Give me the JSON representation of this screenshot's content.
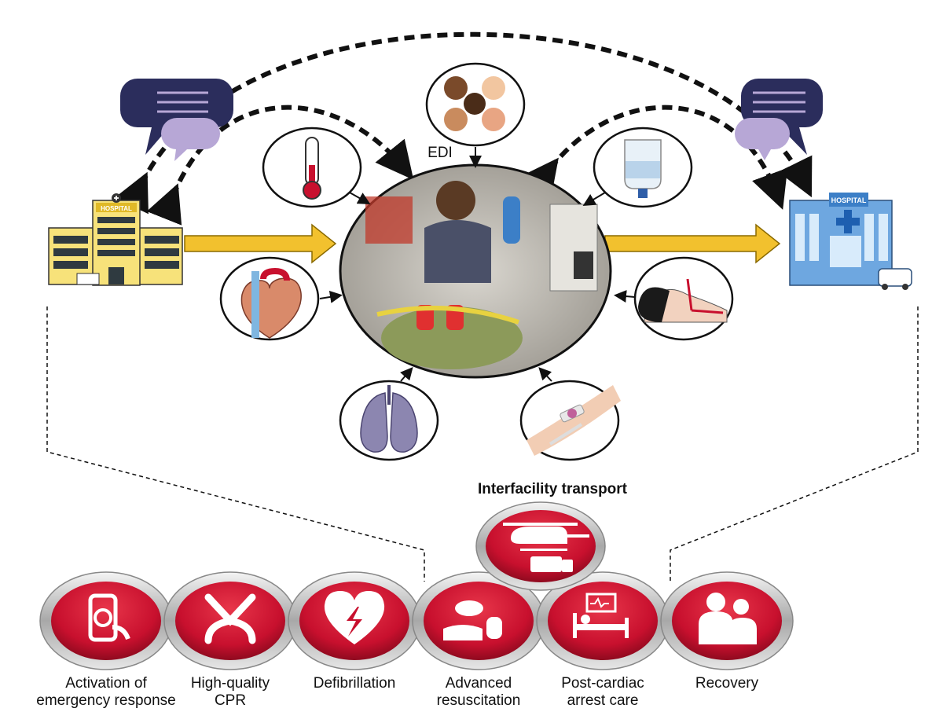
{
  "center": {
    "label": "EDI"
  },
  "buildings": {
    "left_sign": "HOSPITAL",
    "right_sign": "HOSPITAL"
  },
  "top_links": {
    "title": "Interfacility transport"
  },
  "chain": [
    {
      "lines": [
        "Activation of",
        "emergency response"
      ],
      "icon": "phone-call-icon"
    },
    {
      "lines": [
        "High-quality",
        "CPR"
      ],
      "icon": "cpr-hands-icon"
    },
    {
      "lines": [
        "Defibrillation"
      ],
      "icon": "defibrillation-heart-icon"
    },
    {
      "lines": [
        "Advanced",
        "resuscitation"
      ],
      "icon": "bag-valve-mask-icon"
    },
    {
      "lines": [
        "Post-cardiac",
        "arrest care"
      ],
      "icon": "hospital-bed-icon"
    },
    {
      "lines": [
        "Recovery"
      ],
      "icon": "recovery-people-icon"
    }
  ],
  "transport_link": {
    "icon": "helicopter-ambulance-icon"
  },
  "colors": {
    "link_red": "#c8102e",
    "arrow_yellow": "#f2c12e",
    "bubble_dark": "#2b2d5c",
    "bubble_light": "#b7a7d6"
  }
}
